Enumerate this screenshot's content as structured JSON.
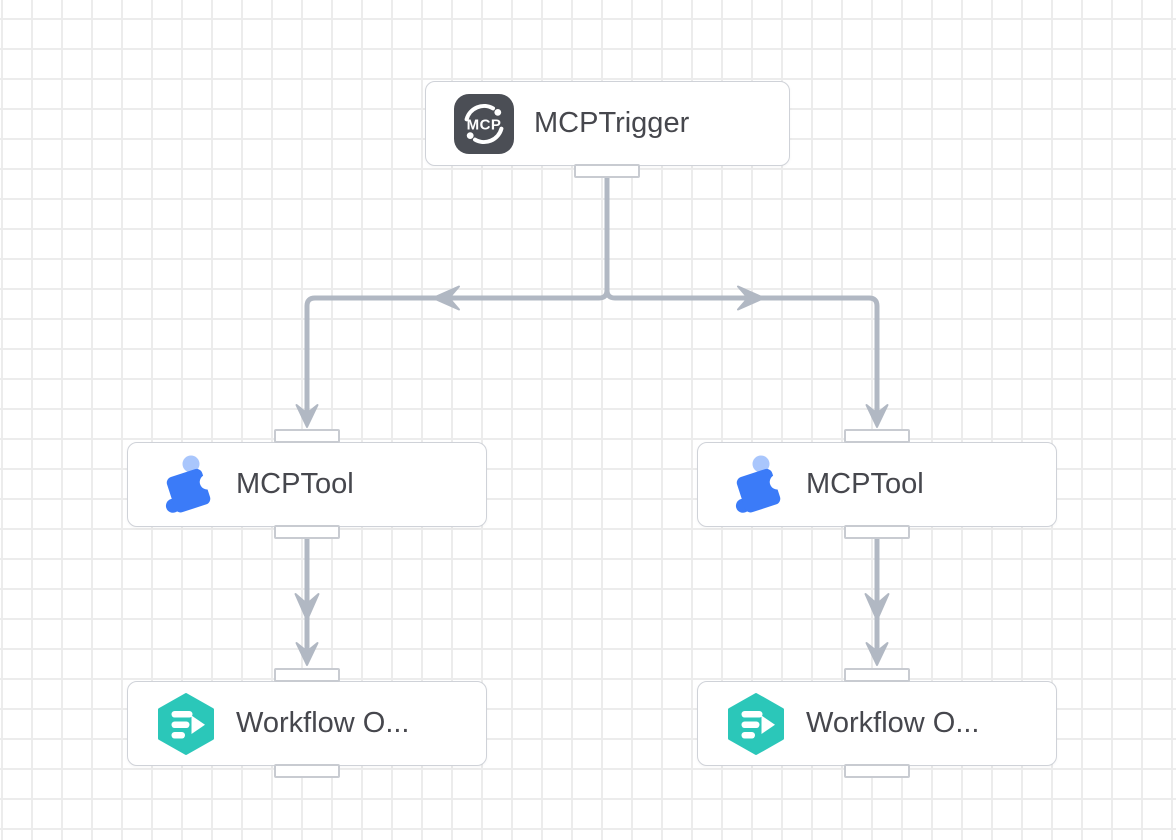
{
  "canvas": {
    "grid_size": 30
  },
  "colors": {
    "background": "#ffffff",
    "grid_line": "#ececec",
    "node_background": "#ffffff",
    "node_border": "#cfd2d8",
    "node_text": "#46474d",
    "edge": "#b1b8c3",
    "port_border": "#c8cbd1",
    "mcp_icon_background": "#4b4e55",
    "mcp_icon_foreground": "#ffffff",
    "puzzle_blue": "#3b7bf8",
    "puzzle_light_blue": "#a9c6fc",
    "workflow_teal": "#2bc7b9"
  },
  "nodes": [
    {
      "id": "mcp-trigger",
      "label": "MCPTrigger",
      "icon": "mcp-icon",
      "icon_text": "MCP"
    },
    {
      "id": "mcp-tool-left",
      "label": "MCPTool",
      "icon": "puzzle-icon"
    },
    {
      "id": "mcp-tool-right",
      "label": "MCPTool",
      "icon": "puzzle-icon"
    },
    {
      "id": "workflow-output-left",
      "label": "Workflow O...",
      "icon": "workflow-output-icon"
    },
    {
      "id": "workflow-output-right",
      "label": "Workflow O...",
      "icon": "workflow-output-icon"
    }
  ],
  "edges": [
    {
      "from": "mcp-trigger",
      "to": "mcp-tool-left"
    },
    {
      "from": "mcp-trigger",
      "to": "mcp-tool-right"
    },
    {
      "from": "mcp-tool-left",
      "to": "workflow-output-left"
    },
    {
      "from": "mcp-tool-right",
      "to": "workflow-output-right"
    }
  ]
}
